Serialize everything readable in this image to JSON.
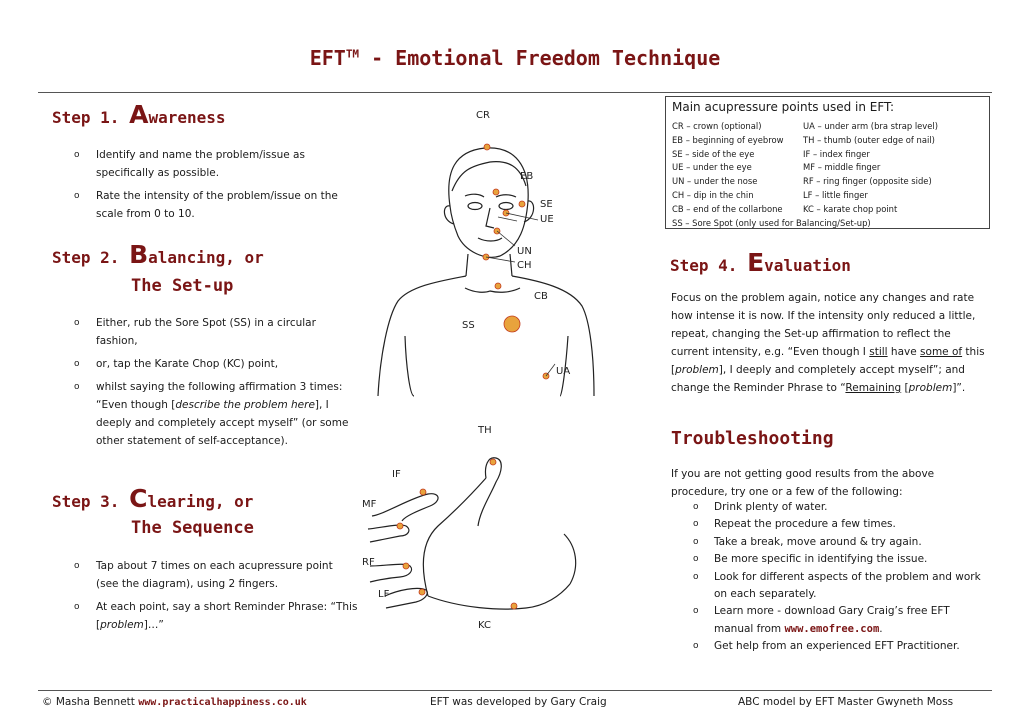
{
  "title": {
    "main": "EFT",
    "tm": "TM",
    "rest": " - Emotional Freedom Technique"
  },
  "step1": {
    "prefix": "Step 1.",
    "letter": "A",
    "word": "wareness",
    "bullets": [
      "Identify and name the problem/issue as specifically as possible.",
      "Rate the intensity of the problem/issue on the scale from 0 to 10."
    ]
  },
  "step2": {
    "prefix": "Step 2.",
    "letter": "B",
    "word": "alancing, or",
    "sub": "The Set-up",
    "b1": "Either, rub the Sore Spot (SS) in a circular fashion,",
    "b2": "or, tap the Karate Chop (KC) point,",
    "b3a": "whilst saying the following affirmation 3 times: “Even though [",
    "b3b": "describe the problem here",
    "b3c": "], I deeply and completely accept myself” (or some other statement of self-acceptance)."
  },
  "step3": {
    "prefix": "Step 3.",
    "letter": "C",
    "word": "learing, or",
    "sub": "The Sequence",
    "b1": "Tap about 7 times on each acupressure point (see the diagram), using 2 fingers.",
    "b2a": "At each point, say a short Reminder Phrase: “This [",
    "b2b": "problem",
    "b2c": "]…”"
  },
  "points_box": {
    "title": "Main acupressure points used in EFT:",
    "rows": [
      [
        "CR – crown (optional)",
        "UA – under arm (bra strap level)"
      ],
      [
        "EB – beginning of eyebrow",
        "TH – thumb (outer edge of nail)"
      ],
      [
        "SE – side of the eye",
        "IF – index finger"
      ],
      [
        "UE – under the eye",
        "MF – middle finger"
      ],
      [
        "UN – under the nose",
        "RF – ring finger (opposite side)"
      ],
      [
        "CH – dip in the chin",
        "LF – little finger"
      ],
      [
        "CB – end of the collarbone",
        "KC – karate chop point"
      ]
    ],
    "last": "SS – Sore Spot (only used for Balancing/Set-up)"
  },
  "diagram": {
    "labels": {
      "CR": "CR",
      "EB": "EB",
      "SE": "SE",
      "UE": "UE",
      "UN": "UN",
      "CH": "CH",
      "CB": "CB",
      "SS": "SS",
      "UA": "UA",
      "TH": "TH",
      "IF": "IF",
      "MF": "MF",
      "RF": "RF",
      "LF": "LF",
      "KC": "KC"
    },
    "dot_color": "#e8a33c"
  },
  "step4": {
    "prefix": "Step 4.",
    "letter": "E",
    "word": "valuation",
    "p1": "Focus on the problem again, notice any changes and rate how intense it is now. If the intensity only reduced a little, repeat, changing the Set-up affirmation to reflect the current intensity, e.g.",
    "p2a": "“Even though I ",
    "p2b": "still",
    "p2c": " have ",
    "p2d": "some of",
    "p2e": " this [",
    "p2f": "problem",
    "p2g": "], I deeply and completely accept myself”; and change the Reminder Phrase to “",
    "p2h": "Remaining",
    "p2i": " [",
    "p2j": "problem",
    "p2k": "]”."
  },
  "trouble": {
    "heading": "Troubleshooting",
    "intro": "If you are not getting good results from the above procedure, try one or a few of the following:",
    "items": [
      "Drink plenty of water.",
      "Repeat the procedure a few times.",
      "Take a break, move around & try again.",
      "Be more specific in identifying the issue.",
      "Look for different aspects of the problem and work on each separately."
    ],
    "learn_a": "Learn more - download Gary Craig’s free EFT manual from ",
    "learn_link": "www.emofree.com",
    "learn_b": ".",
    "last": "Get help from an experienced EFT Practitioner."
  },
  "footer": {
    "copyright": "© Masha Bennett",
    "site": "www.practicalhappiness.co.uk",
    "dev": "EFT was developed by Gary Craig",
    "abc": "ABC model by EFT Master Gwyneth Moss"
  },
  "colors": {
    "accent": "#7a1515",
    "dot": "#e8a33c",
    "dot_dark": "#c23a1e"
  }
}
